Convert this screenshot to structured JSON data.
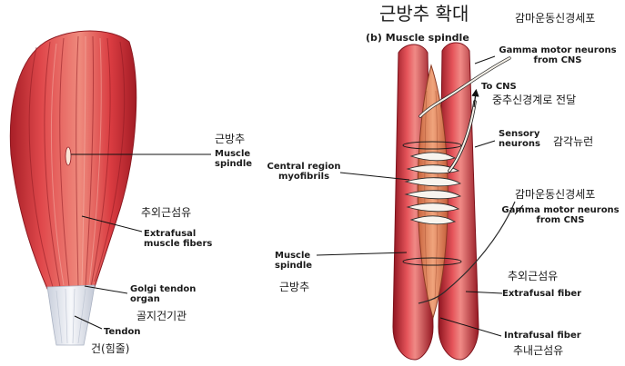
{
  "title": "근방추 확대",
  "panel_b_caption": "(b) Muscle spindle",
  "left": {
    "spindle_ko": "근방추",
    "spindle_en": "Muscle spindle",
    "extrafusal_ko": "추외근섬유",
    "extrafusal_en": "Extrafusal muscle fibers",
    "golgi_en": "Golgi tendon organ",
    "golgi_ko": "골지건기관",
    "tendon_en": "Tendon",
    "tendon_ko": "건(힘줄)"
  },
  "right": {
    "gamma_top_ko": "감마운동신경세포",
    "gamma_top_en": "Gamma motor neurons from CNS",
    "to_cns_en": "To CNS",
    "to_cns_ko": "중추신경계로 전달",
    "sensory_en": "Sensory neurons",
    "sensory_ko": "감각뉴런",
    "central_en": "Central region myofibrils",
    "gamma_mid_ko": "감마운동신경세포",
    "gamma_mid_en": "Gamma motor neurons from CNS",
    "spindle_en": "Muscle spindle",
    "spindle_ko": "근방추",
    "extrafusal_ko": "추외근섬유",
    "extrafusal_en": "Extrafusal fiber",
    "intrafusal_en": "Intrafusal fiber",
    "intrafusal_ko": "추내근섬유"
  },
  "colors": {
    "muscle_red": "#d63a3f",
    "muscle_dark": "#9e1a22",
    "spindle_orange": "#e08a60",
    "tendon_white": "#e8ecf2",
    "nerve_white": "#f6f1e8"
  }
}
